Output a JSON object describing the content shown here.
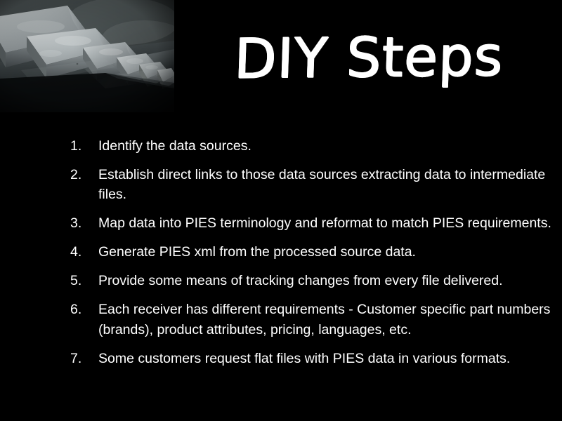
{
  "slide": {
    "background_color": "#000000",
    "text_color": "#ffffff",
    "title": "DIY Steps"
  },
  "header_image": {
    "alt": "Row of polished metal ingots arranged in descending size like a flight of steps",
    "icon_name": "metal-ingot-steps-photo",
    "palette": {
      "background_dark": "#0c0e0e",
      "floor_mid": "#3b4141",
      "floor_light": "#6e7576",
      "metal_light": "#d6dadb",
      "metal_mid": "#9aa1a3",
      "metal_dark": "#5d6466",
      "metal_shadow": "#32383a"
    }
  },
  "steps": [
    {
      "number": "1.",
      "text": "Identify the data sources."
    },
    {
      "number": "2.",
      "text": "Establish direct links to those data sources extracting data to intermediate files."
    },
    {
      "number": "3.",
      "text": "Map data into PIES terminology and reformat to match PIES requirements."
    },
    {
      "number": "4.",
      "text": "Generate PIES xml from the processed source data."
    },
    {
      "number": "5.",
      "text": "Provide some means of tracking changes from every file delivered."
    },
    {
      "number": "6.",
      "text": "Each receiver has different requirements - Customer specific part numbers (brands), product attributes, pricing, languages, etc."
    },
    {
      "number": "7.",
      "text": "Some customers request flat files with PIES data in various formats."
    }
  ]
}
